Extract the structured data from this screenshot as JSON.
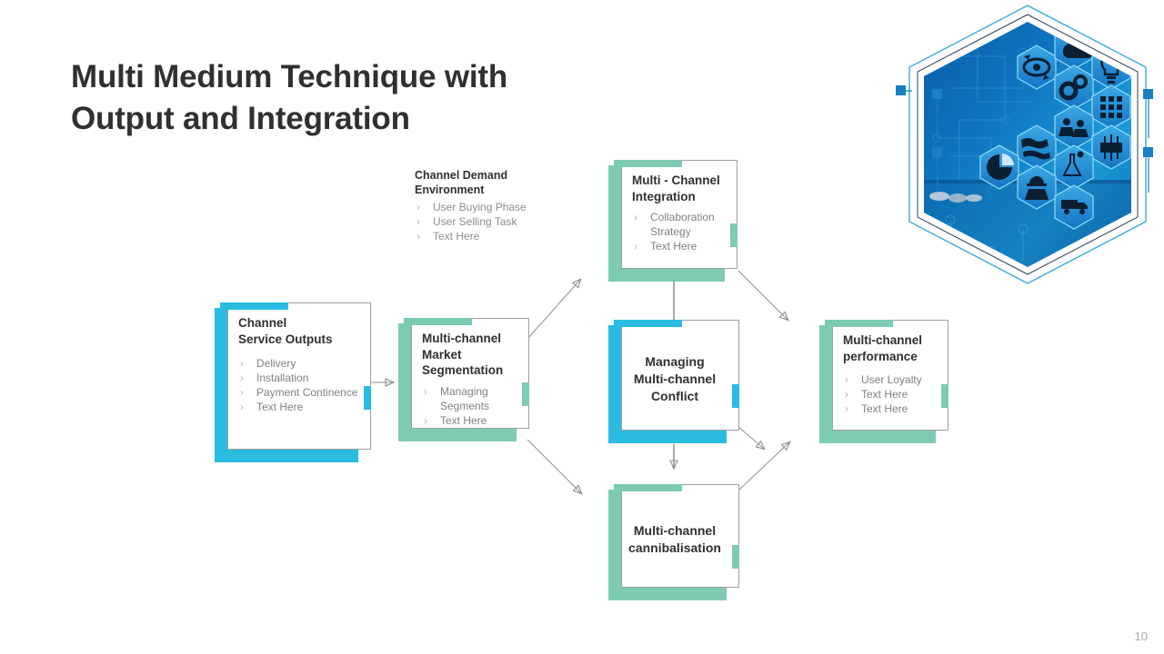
{
  "slide": {
    "title_line1": "Multi Medium Technique with",
    "title_line2": "Output and Integration",
    "page_number": "10"
  },
  "colors": {
    "cyan": "#29bce0",
    "teal": "#7dcbb0",
    "title_text": "#2f3032",
    "body_text": "#7e8184",
    "connector": "#8c8f92"
  },
  "text_block": {
    "heading_line1": "Channel Demand",
    "heading_line2": "Environment",
    "bullets": [
      "User Buying Phase",
      "User Selling Task",
      "Text Here"
    ]
  },
  "cards": {
    "service_outputs": {
      "heading_line1": "Channel",
      "heading_line2": "Service Outputs",
      "bullets": [
        "Delivery",
        "Installation",
        "Payment Continence",
        "Text Here"
      ],
      "accent": "cyan"
    },
    "market_segmentation": {
      "heading_line1": "Multi-channel",
      "heading_line2": "Market",
      "heading_line3": "Segmentation",
      "bullets": [
        "Managing Segments",
        "Text Here"
      ],
      "accent": "teal"
    },
    "channel_integration": {
      "heading_line1": "Multi - Channel",
      "heading_line2": "Integration",
      "bullets": [
        "Collaboration Strategy",
        "Text Here"
      ],
      "accent": "teal"
    },
    "managing_conflict": {
      "heading_line1": "Managing",
      "heading_line2": "Multi-channel",
      "heading_line3": "Conflict",
      "accent": "cyan"
    },
    "channel_performance": {
      "heading_line1": "Multi-channel",
      "heading_line2": "performance",
      "bullets": [
        "User Loyalty",
        "Text Here",
        "Text Here"
      ],
      "accent": "teal"
    },
    "cannibalisation": {
      "heading_line1": "Multi-channel",
      "heading_line2": "cannibalisation",
      "accent": "teal"
    }
  },
  "bullet_glyph": "›",
  "hex_graphic": {
    "icons": [
      "refresh-cycle-icon",
      "cloud-icon",
      "gears-icon",
      "lightbulb-icon",
      "calculator-grid-icon",
      "globe-map-icon",
      "handshake-icon",
      "network-nodes-icon",
      "pie-chart-icon",
      "chemistry-flask-icon",
      "worker-helmet-icon",
      "truck-icon"
    ]
  }
}
